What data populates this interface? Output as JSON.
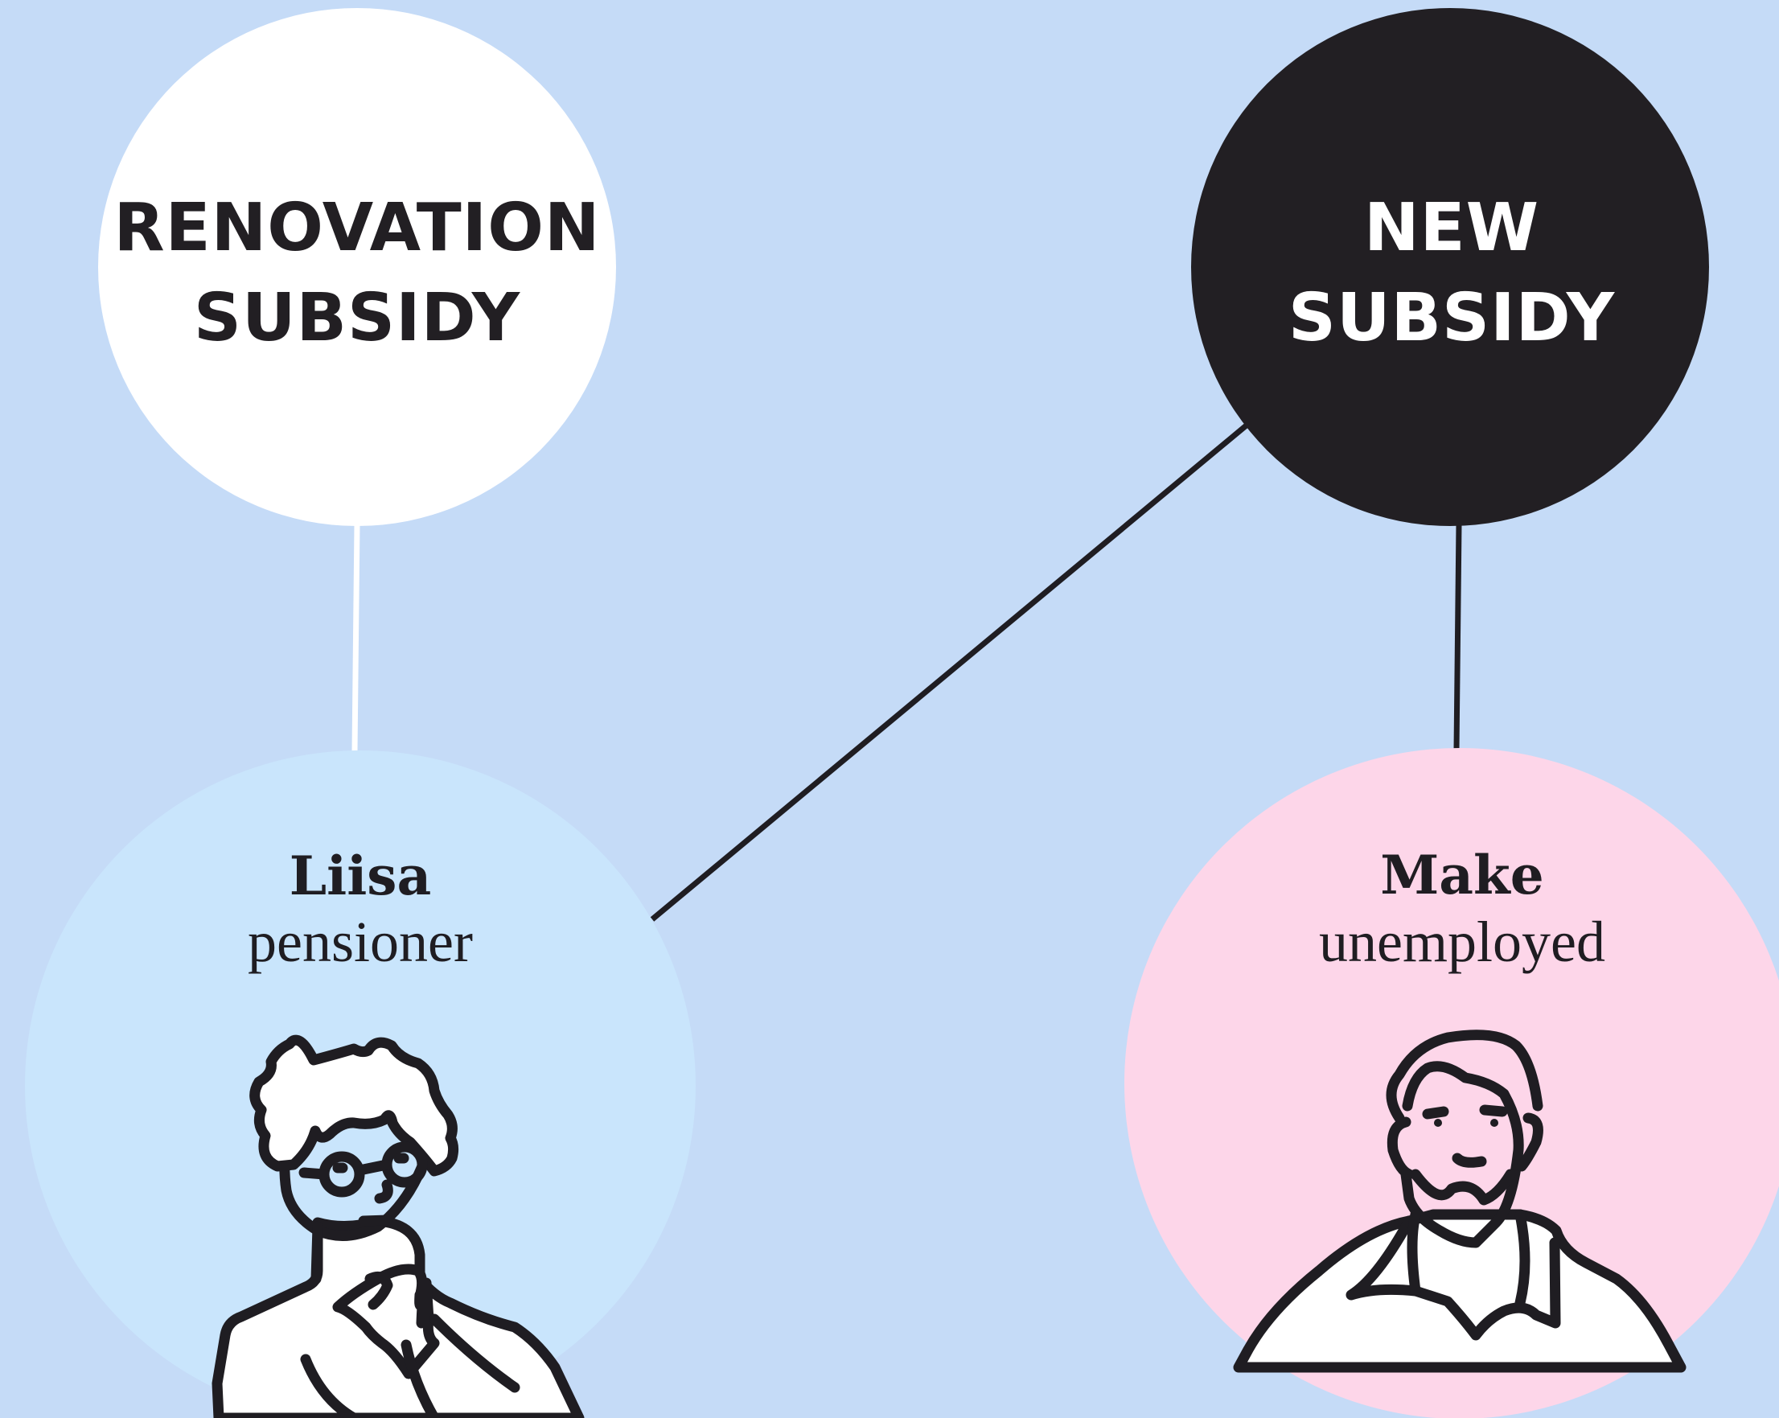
{
  "colors": {
    "background": "#c5dbf7",
    "subsidy_renovation": "#ffffff",
    "subsidy_new": "#221f23",
    "person_liisa": "#c9e5fc",
    "person_make": "#fdd6e9",
    "ink": "#1f1d22"
  },
  "subsidies": [
    {
      "id": "renovation",
      "line1": "RENOVATION",
      "line2": "SUBSIDY"
    },
    {
      "id": "new",
      "line1": "NEW",
      "line2": "SUBSIDY"
    }
  ],
  "people": [
    {
      "id": "liisa",
      "name": "Liisa",
      "role": "pensioner",
      "icon": "thinking-woman-icon"
    },
    {
      "id": "make",
      "name": "Make",
      "role": "unemployed",
      "icon": "bearded-man-icon"
    }
  ],
  "connections": [
    {
      "from": "renovation",
      "to": "liisa"
    },
    {
      "from": "new",
      "to": "liisa"
    },
    {
      "from": "new",
      "to": "make"
    }
  ]
}
